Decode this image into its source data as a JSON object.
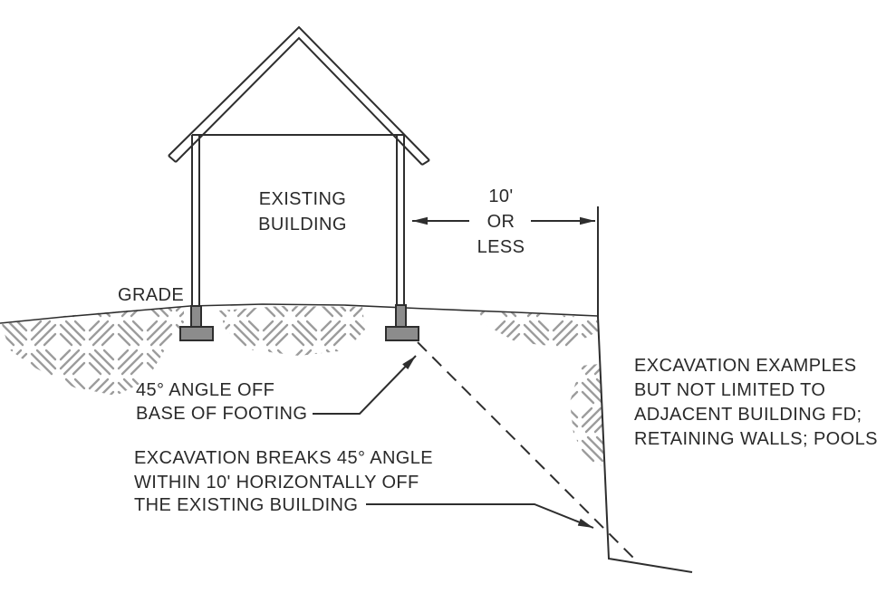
{
  "colors": {
    "background": "#ffffff",
    "line": "#2e2e2e",
    "text": "#2a2a2a",
    "footing-fill": "#8c8c8c",
    "hatch": "#9c9c9c"
  },
  "labels": {
    "building": {
      "line1": "EXISTING",
      "line2": "BUILDING"
    },
    "grade": "GRADE",
    "dimension": {
      "line1": "10'",
      "line2": "OR",
      "line3": "LESS"
    },
    "footing_note": {
      "line1": "45° ANGLE OFF",
      "line2": "BASE OF FOOTING"
    },
    "excavation_note": {
      "line1": "EXCAVATION BREAKS 45° ANGLE",
      "line2": "WITHIN 10' HORIZONTALLY OFF",
      "line3": "THE EXISTING BUILDING"
    },
    "examples_note": {
      "line1": "EXCAVATION EXAMPLES",
      "line2": "BUT NOT LIMITED TO",
      "line3": "ADJACENT BUILDING FD;",
      "line4": "RETAINING WALLS; POOLS"
    }
  }
}
